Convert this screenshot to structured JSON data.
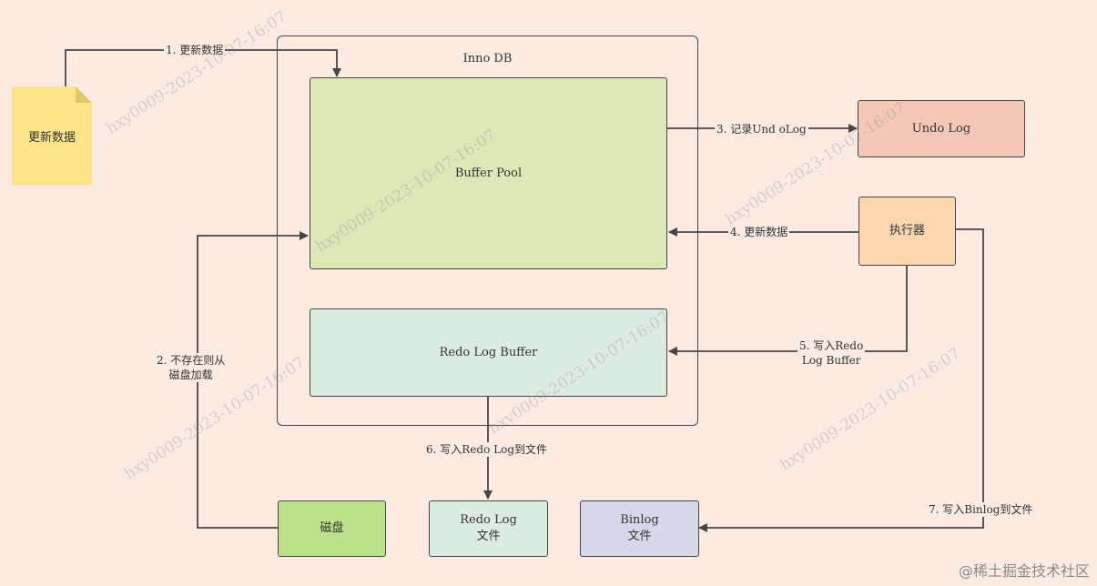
{
  "nodes": {
    "innodb": "Inno DB",
    "update_doc": "更新数据",
    "buffer_pool": "Buffer Pool",
    "undo_log": "Undo Log",
    "executor": "执行器",
    "redo_log_buffer": "Redo Log Buffer",
    "disk": "磁盘",
    "redo_log_file": "Redo Log\n文件",
    "binlog_file": "Binlog\n文件"
  },
  "edges": {
    "e1": "1. 更新数据",
    "e2": "2. 不存在则从\n磁盘加载",
    "e3": "3. 记录Und oLog",
    "e4": "4. 更新数据",
    "e5": "5. 写入Redo\nLog Buffer",
    "e6": "6. 写入Redo Log到文件",
    "e7": "7. 写入Binlog到文件"
  },
  "watermark": "hxy0009-2023-10-07-16:07",
  "brand": "@稀土掘金技术社区",
  "colors": {
    "background": "#fcebe2",
    "buffer_pool": "#dde8b8",
    "redo_log_buffer": "#dcebe3",
    "undo_log": "#f4c8b8",
    "executor": "#fad7b0",
    "disk": "#bde08a",
    "redo_log_file": "#dcebe3",
    "binlog_file": "#d7d8ea",
    "note": "#fde48a",
    "line": "#4a4543"
  }
}
